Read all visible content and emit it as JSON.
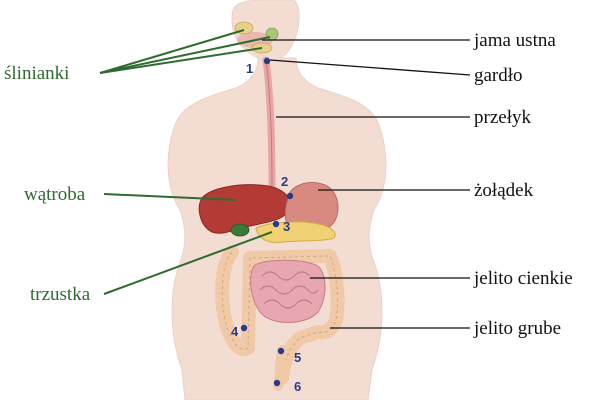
{
  "labels_right": [
    {
      "key": "mouth",
      "text": "jama ustna"
    },
    {
      "key": "throat",
      "text": "gardło"
    },
    {
      "key": "esophagus",
      "text": "przełyk"
    },
    {
      "key": "stomach",
      "text": "żołądek"
    },
    {
      "key": "small_intestine",
      "text": "jelito cienkie"
    },
    {
      "key": "large_intestine",
      "text": "jelito grube"
    }
  ],
  "labels_left": [
    {
      "key": "salivary_glands",
      "text": "ślinianki"
    },
    {
      "key": "liver",
      "text": "wątroba"
    },
    {
      "key": "pancreas",
      "text": "trzustka"
    }
  ],
  "markers": [
    "1",
    "2",
    "3",
    "4",
    "5",
    "6"
  ],
  "colors": {
    "body_skin": "#f3ddd3",
    "left_labels": "#2e6b2e",
    "right_labels": "#111111",
    "marker_dots": "#2a3a8a",
    "liver": "#b43a36",
    "stomach": "#d98a80",
    "small_intestine": "#e8a6b0",
    "large_intestine": "#f0c9a6"
  }
}
